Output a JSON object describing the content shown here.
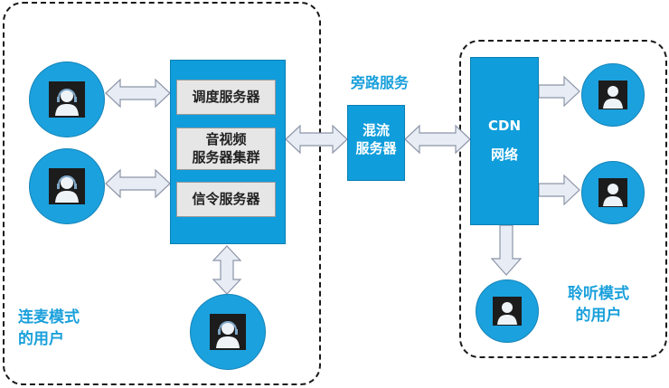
{
  "regions": {
    "co_anchor": "连麦模式\n的用户",
    "listen": "聆听模式\n的用户"
  },
  "servers": {
    "dispatch": "调度服务器",
    "av_cluster": "音视频\n服务器集群",
    "signaling": "信令服务器"
  },
  "bypass": {
    "title": "旁路服务",
    "mixer": "混流\n服务器"
  },
  "cdn": {
    "title": "CDN",
    "subtitle": "网络"
  },
  "colors": {
    "blue": "#109ddb",
    "text_blue": "#1aa0db",
    "gray_box": "#e6e6e6",
    "arrow_fill": "#e8ecf4"
  },
  "icons": {
    "co_anchor_user": "headset-user-icon",
    "listen_user": "user-icon"
  }
}
